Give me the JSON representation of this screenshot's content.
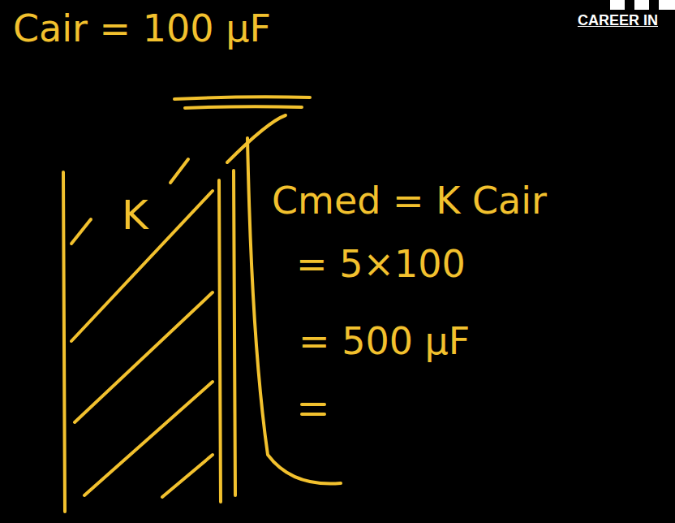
{
  "diagram": {
    "labels": [
      "Cair = 100 μF",
      "K",
      "Cmed = K Cair",
      "= 5×100",
      "= 500 μF",
      "CAREER IN"
    ]
  }
}
